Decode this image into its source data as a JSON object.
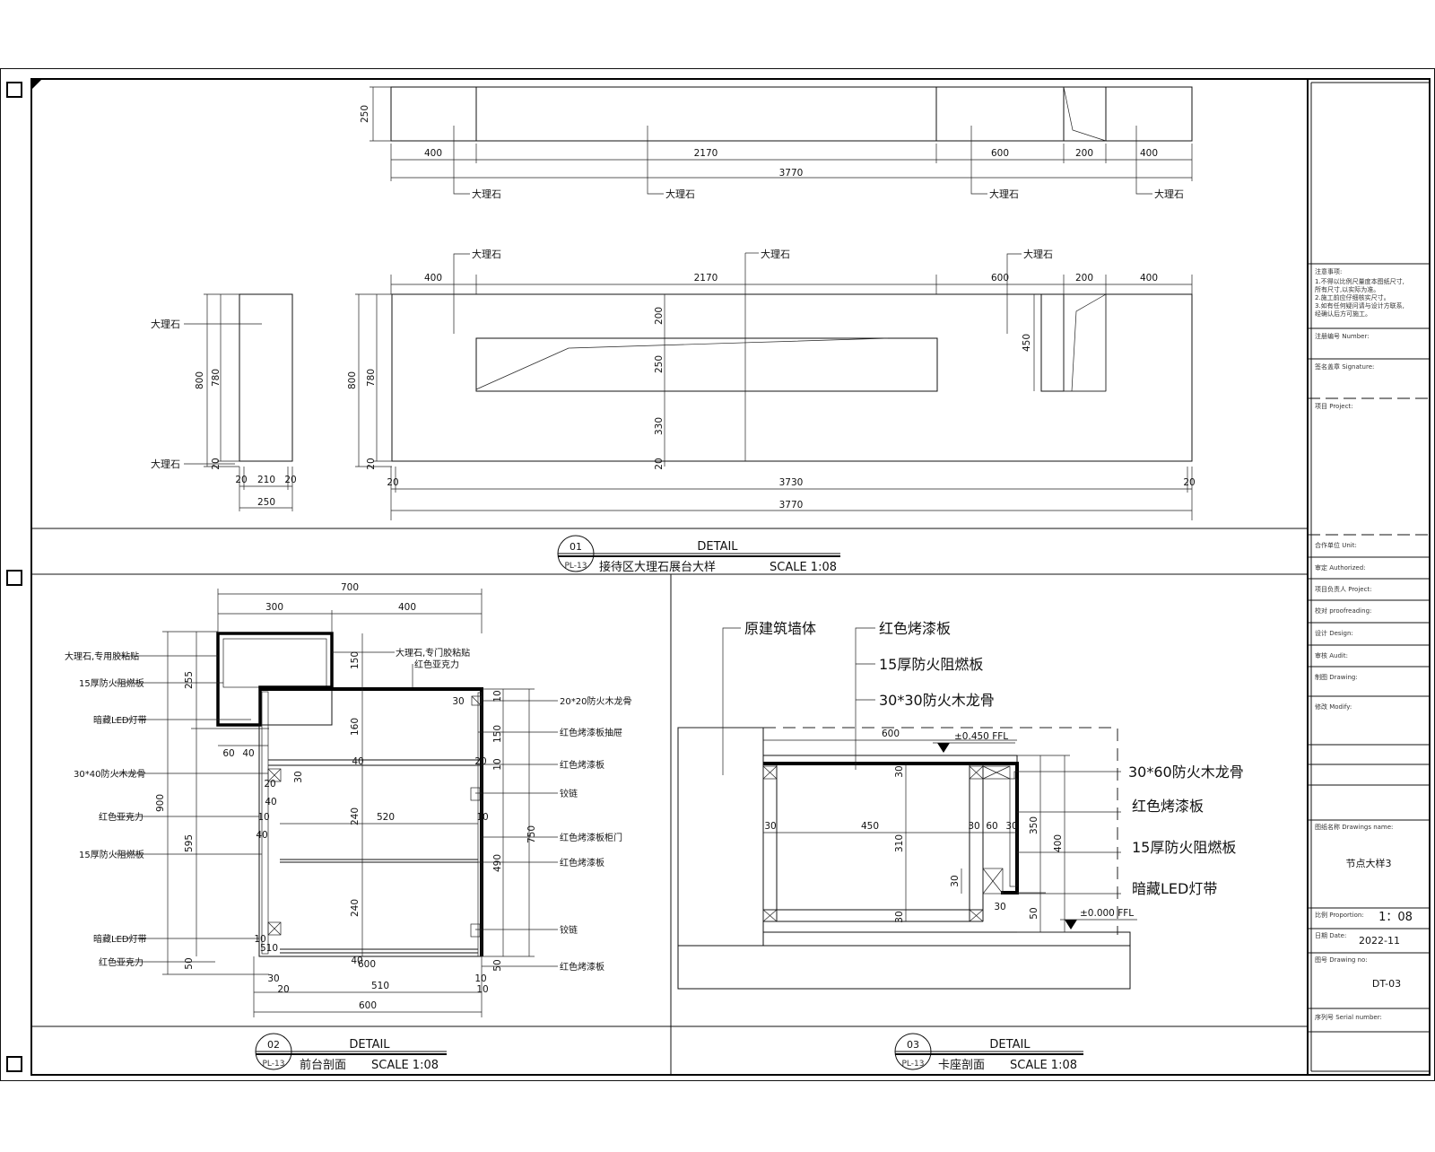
{
  "detail01": {
    "top_dims": [
      "250",
      "400",
      "2170",
      "600",
      "200",
      "400",
      "3770"
    ],
    "top_labels": [
      "大理石",
      "大理石",
      "大理石",
      "大理石"
    ],
    "elev_labels": [
      "大理石",
      "大理石",
      "大理石"
    ],
    "elev_dims_top": [
      "400",
      "2170",
      "600",
      "200",
      "400"
    ],
    "elev_dims_vert": [
      "800",
      "780",
      "20",
      "200",
      "250",
      "330",
      "20",
      "450"
    ],
    "elev_dims_bottom": [
      "20",
      "3730",
      "20",
      "3770"
    ],
    "side_labels": [
      "大理石",
      "大理石"
    ],
    "side_dims": [
      "800",
      "780",
      "20",
      "20",
      "210",
      "20",
      "250"
    ],
    "title_num": "01",
    "title_ref": "PL-13",
    "title_detail": "DETAIL",
    "title_text": "接待区大理石展台大样",
    "title_scale": "SCALE 1:08"
  },
  "detail02": {
    "labels_left": [
      "大理石,专用胶粘贴",
      "15厚防火阻燃板",
      "暗藏LED灯带",
      "30*40防火木龙骨",
      "红色亚克力",
      "15厚防火阻燃板",
      "暗藏LED灯带",
      "红色亚克力"
    ],
    "labels_right": [
      "大理石,专门胶粘贴",
      "红色亚克力",
      "20*20防火木龙骨",
      "红色烤漆板抽屉",
      "红色烤漆板",
      "铰链",
      "红色烤漆板柜门",
      "红色烤漆板",
      "铰链",
      "红色烤漆板"
    ],
    "dims": [
      "700",
      "300",
      "400",
      "255",
      "150",
      "900",
      "595",
      "160",
      "240",
      "240",
      "50",
      "150",
      "30",
      "40",
      "20",
      "10",
      "20",
      "10",
      "30",
      "40",
      "10",
      "520",
      "490",
      "50",
      "750",
      "60",
      "40",
      "40",
      "10",
      "30",
      "20",
      "10",
      "510",
      "10",
      "600",
      "40",
      "10"
    ],
    "title_num": "02",
    "title_ref": "PL-13",
    "title_detail": "DETAIL",
    "title_text": "前台剖面",
    "title_scale": "SCALE 1:08"
  },
  "detail03": {
    "labels": [
      "原建筑墙体",
      "红色烤漆板",
      "15厚防火阻燃板",
      "30*30防火木龙骨",
      "30*60防火木龙骨",
      "红色烤漆板",
      "15厚防火阻燃板",
      "暗藏LED灯带"
    ],
    "dims": [
      "600",
      "450",
      "30",
      "30",
      "60",
      "30",
      "310",
      "30",
      "30",
      "350",
      "400",
      "50",
      "30",
      "30"
    ],
    "level_marks": [
      "±0.450 FFL",
      "±0.000 FFL"
    ],
    "title_num": "03",
    "title_ref": "PL-13",
    "title_detail": "DETAIL",
    "title_text": "卡座剖面",
    "title_scale": "SCALE 1:08"
  },
  "title_block": {
    "notes_header": "注意事项:",
    "notes": [
      "1.不得以比例尺量度本图纸尺寸,",
      "  所有尺寸,以实际为准。",
      "2.施工前应仔细核实尺寸。",
      "3.如有任何疑问请与设计方联系,",
      "  经确认后方可施工。"
    ],
    "rows": [
      "注册编号 Number:",
      "签名盖章 Signature:",
      "项目 Project:",
      "合作单位 Unit:",
      "审定 Authorized:",
      "项目负责人 Project:",
      "校对 proofreading:",
      "设计 Design:",
      "审核 Audit:",
      "制图 Drawing:",
      "修改 Modify:"
    ],
    "drawing_name_label": "图纸名称 Drawings name:",
    "drawing_name": "节点大样3",
    "proportion_label": "比例 Proportion:",
    "proportion": "1：08",
    "date_label": "日期 Date:",
    "date": "2022-11",
    "drawing_no_label": "图号 Drawing no:",
    "drawing_no": "DT-03",
    "serial_label": "序列号 Serial number:"
  }
}
